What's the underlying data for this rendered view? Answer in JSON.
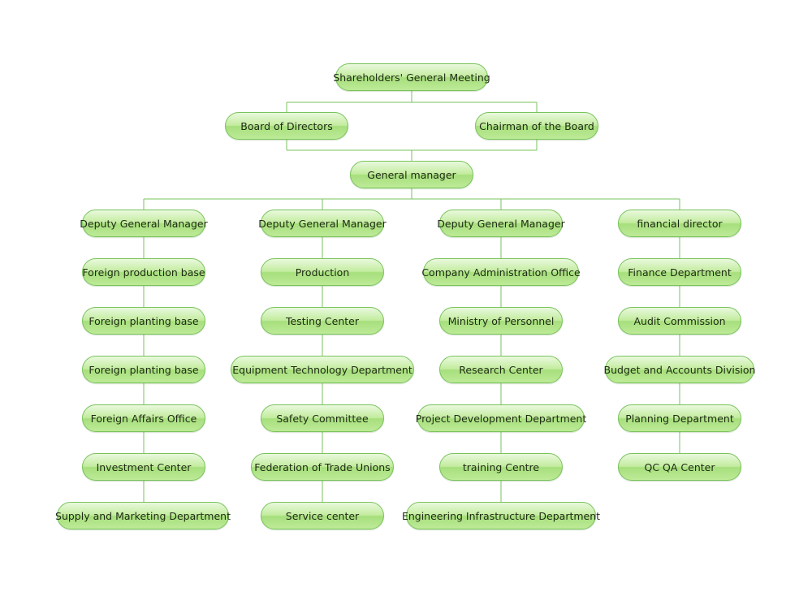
{
  "org_chart": {
    "root": "Shareholders' General Meeting",
    "board": {
      "left": "Board of Directors",
      "right": "Chairman of the Board"
    },
    "general_manager": "General manager",
    "columns": [
      {
        "head": "Deputy General Manager",
        "items": [
          "Foreign production base",
          "Foreign planting base",
          "Foreign planting base",
          "Foreign Affairs Office",
          "Investment Center",
          "Supply and Marketing Department"
        ]
      },
      {
        "head": "Deputy General Manager",
        "items": [
          "Production",
          "Testing Center",
          "Equipment Technology Department",
          "Safety Committee",
          "Federation of Trade Unions",
          "Service center"
        ]
      },
      {
        "head": "Deputy General Manager",
        "items": [
          "Company Administration Office",
          "Ministry of Personnel",
          "Research Center",
          "Project Development Department",
          "training Centre",
          "Engineering Infrastructure Department"
        ]
      },
      {
        "head": "financial director",
        "items": [
          "Finance Department",
          "Audit Commission",
          "Budget and Accounts Division",
          "Planning Department",
          "QC QA Center"
        ]
      }
    ]
  },
  "colors": {
    "line": "#79c35c",
    "node_border": "#79c35c",
    "node_fill": "#c3ec9f"
  }
}
